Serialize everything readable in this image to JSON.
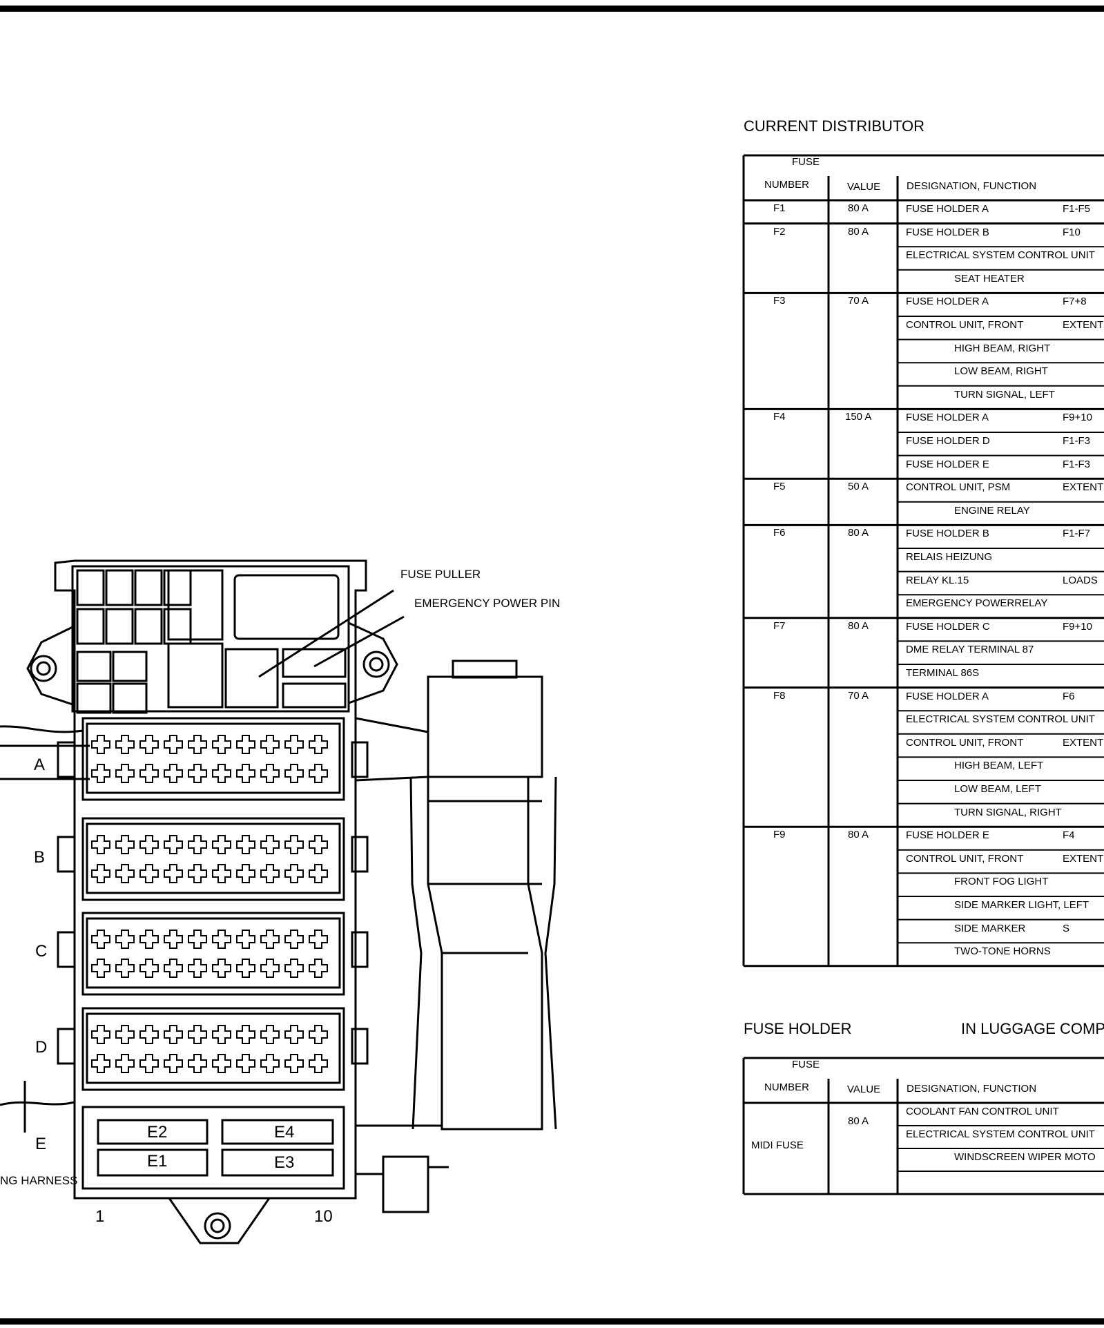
{
  "callouts": {
    "fuse_puller": "FUSE PULLER",
    "emergency_power_pin": "EMERGENCY POWER PIN",
    "wiring_harness": "NG HARNESS"
  },
  "rows": [
    "A",
    "B",
    "C",
    "D",
    "E"
  ],
  "columns": {
    "first": "1",
    "last": "10"
  },
  "slots": {
    "e1": "E1",
    "e2": "E2",
    "e3": "E3",
    "e4": "E4"
  },
  "current_distributor": {
    "title": "CURRENT DISTRIBUTOR",
    "headers": {
      "fuse": "FUSE",
      "number": "NUMBER",
      "value": "VALUE",
      "designation": "DESIGNATION, FUNCTION"
    },
    "rows": [
      {
        "number": "F1",
        "value": "80 A",
        "lines": [
          {
            "text": "FUSE HOLDER A",
            "indent": false,
            "right": "F1-F5"
          }
        ]
      },
      {
        "number": "F2",
        "value": "80 A",
        "lines": [
          {
            "text": "FUSE HOLDER B",
            "indent": false,
            "right": "F10"
          },
          {
            "text": "ELECTRICAL SYSTEM CONTROL UNIT",
            "indent": false,
            "right": ""
          },
          {
            "text": "SEAT HEATER",
            "indent": true,
            "right": ""
          }
        ]
      },
      {
        "number": "F3",
        "value": "70 A",
        "lines": [
          {
            "text": "FUSE HOLDER A",
            "indent": false,
            "right": "F7+8"
          },
          {
            "text": "CONTROL UNIT, FRONT",
            "indent": false,
            "right": "EXTENT"
          },
          {
            "text": "HIGH BEAM, RIGHT",
            "indent": true,
            "right": ""
          },
          {
            "text": "LOW BEAM, RIGHT",
            "indent": true,
            "right": ""
          },
          {
            "text": "TURN SIGNAL, LEFT",
            "indent": true,
            "right": ""
          }
        ]
      },
      {
        "number": "F4",
        "value": "150 A",
        "lines": [
          {
            "text": "FUSE HOLDER A",
            "indent": false,
            "right": "F9+10"
          },
          {
            "text": "FUSE HOLDER D",
            "indent": false,
            "right": "F1-F3"
          },
          {
            "text": "FUSE HOLDER E",
            "indent": false,
            "right": "F1-F3"
          }
        ]
      },
      {
        "number": "F5",
        "value": "50 A",
        "lines": [
          {
            "text": "CONTROL UNIT, PSM",
            "indent": false,
            "right": "EXTENT"
          },
          {
            "text": "ENGINE RELAY",
            "indent": true,
            "right": ""
          }
        ]
      },
      {
        "number": "F6",
        "value": "80 A",
        "lines": [
          {
            "text": "FUSE HOLDER B",
            "indent": false,
            "right": "F1-F7"
          },
          {
            "text": "RELAIS HEIZUNG",
            "indent": false,
            "right": ""
          },
          {
            "text": "RELAY KL.15",
            "indent": false,
            "right": "LOADS"
          },
          {
            "text": "EMERGENCY POWERRELAY",
            "indent": false,
            "right": ""
          }
        ]
      },
      {
        "number": "F7",
        "value": "80 A",
        "lines": [
          {
            "text": "FUSE HOLDER C",
            "indent": false,
            "right": "F9+10"
          },
          {
            "text": "DME RELAY TERMINAL 87",
            "indent": false,
            "right": ""
          },
          {
            "text": "TERMINAL 86S",
            "indent": false,
            "right": ""
          }
        ]
      },
      {
        "number": "F8",
        "value": "70 A",
        "lines": [
          {
            "text": "FUSE HOLDER A",
            "indent": false,
            "right": "F6"
          },
          {
            "text": "ELECTRICAL SYSTEM CONTROL UNIT",
            "indent": false,
            "right": ""
          },
          {
            "text": "CONTROL UNIT, FRONT",
            "indent": false,
            "right": "EXTENT"
          },
          {
            "text": "HIGH BEAM, LEFT",
            "indent": true,
            "right": ""
          },
          {
            "text": "LOW BEAM, LEFT",
            "indent": true,
            "right": ""
          },
          {
            "text": "TURN SIGNAL, RIGHT",
            "indent": true,
            "right": ""
          }
        ]
      },
      {
        "number": "F9",
        "value": "80 A",
        "lines": [
          {
            "text": "FUSE HOLDER E",
            "indent": false,
            "right": "F4"
          },
          {
            "text": "CONTROL UNIT, FRONT",
            "indent": false,
            "right": "EXTENT"
          },
          {
            "text": "FRONT FOG LIGHT",
            "indent": true,
            "right": ""
          },
          {
            "text": "SIDE MARKER LIGHT, LEFT",
            "indent": true,
            "right": ""
          },
          {
            "text": "SIDE MARKER",
            "indent": true,
            "right": "S"
          },
          {
            "text": "TWO-TONE HORNS",
            "indent": true,
            "right": ""
          }
        ]
      }
    ]
  },
  "fuse_holder": {
    "title": "FUSE HOLDER",
    "location": "IN LUGGAGE COMP",
    "headers": {
      "fuse": "FUSE",
      "number": "NUMBER",
      "value": "VALUE",
      "designation": "DESIGNATION, FUNCTION"
    },
    "rows": [
      {
        "number": "MIDI FUSE",
        "value": "80 A",
        "lines": [
          {
            "text": "COOLANT FAN CONTROL UNIT",
            "indent": false,
            "right": ""
          },
          {
            "text": "ELECTRICAL SYSTEM CONTROL UNIT",
            "indent": false,
            "right": ""
          },
          {
            "text": "WINDSCREEN WIPER MOTO",
            "indent": true,
            "right": ""
          },
          {
            "text": "",
            "indent": false,
            "right": ""
          }
        ]
      }
    ]
  }
}
